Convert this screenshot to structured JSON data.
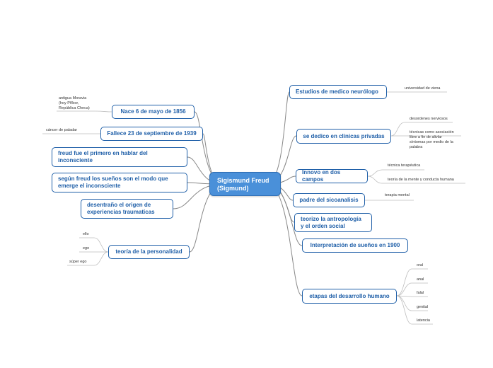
{
  "root": {
    "label": "Sigismund Freud\n(Sigmund)"
  },
  "branches": [
    {
      "label": "Estudios de  medico neurólogo",
      "leaves": [
        "universidad de viena"
      ]
    },
    {
      "label": "se dedico en clinicas privadas",
      "leaves": [
        "desordenes nerviosos",
        "técnicas como asociación\nlibre a fin de alivlar\nsíntomas por medio de la\npalabra"
      ]
    },
    {
      "label": "Innovo en dos campos",
      "leaves": [
        "técnica terapéutica",
        "teoría de la mente y conducta humana"
      ]
    },
    {
      "label": "padre del sicoanalisis",
      "leaves": [
        "terapia mental"
      ]
    },
    {
      "label": "teorizo la antropología\ny el orden social",
      "leaves": []
    },
    {
      "label": "Interpretación de sueños en 1900",
      "leaves": []
    },
    {
      "label": "etapas del desarrollo humano",
      "leaves": [
        "oral",
        "anal",
        "falal",
        "genital",
        "latencia"
      ]
    },
    {
      "label": "Nace  6 de mayo de 1856",
      "leaves": [
        "antigua Moravia\n(hoy Příbor,\nRepública Checa)"
      ]
    },
    {
      "label": "Fallece 23 de septiembre de 1939",
      "leaves": [
        "cáncer de paladar"
      ]
    },
    {
      "label": "freud fue el primero en hablar del\ninconsciente",
      "leaves": []
    },
    {
      "label": "según freud los sueños son el modo que\nemerge el  inconsciente",
      "leaves": []
    },
    {
      "label": "desentraño el origen de\nexperiencias traumaticas",
      "leaves": []
    },
    {
      "label": "teoría de la personalidad",
      "leaves": [
        "ello",
        "ego",
        "súper ego"
      ]
    }
  ]
}
